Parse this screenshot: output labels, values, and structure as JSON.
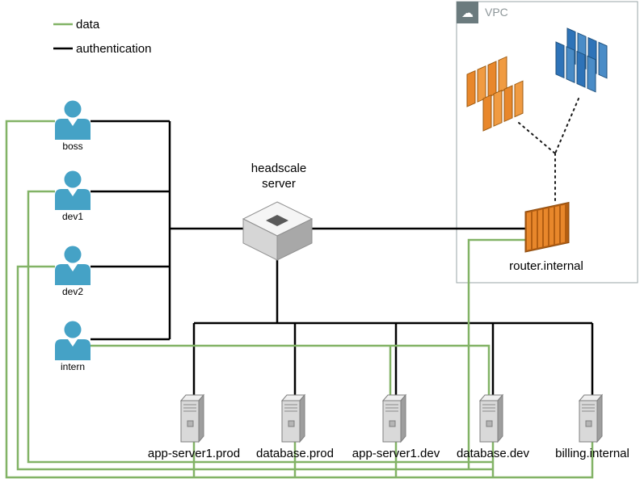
{
  "legend": {
    "items": [
      {
        "label": "data",
        "color": "#82b366"
      },
      {
        "label": "authentication",
        "color": "#000000"
      }
    ]
  },
  "users": [
    {
      "id": "boss",
      "label": "boss"
    },
    {
      "id": "dev1",
      "label": "dev1"
    },
    {
      "id": "dev2",
      "label": "dev2"
    },
    {
      "id": "intern",
      "label": "intern"
    }
  ],
  "headscale": {
    "line1": "headscale",
    "line2": "server"
  },
  "vpc": {
    "label": "VPC",
    "cloud_icon": "☁",
    "router": {
      "label": "router.internal"
    }
  },
  "servers": [
    {
      "label": "app-server1.prod"
    },
    {
      "label": "database.prod"
    },
    {
      "label": "app-server1.dev"
    },
    {
      "label": "database.dev"
    },
    {
      "label": "billing.internal"
    }
  ],
  "colors": {
    "data_line": "#82b366",
    "auth_line": "#000000",
    "user_icon": "#45a2c6",
    "orange_node": "#e8872b",
    "blue_node": "#2e73b8",
    "server_grey": "#d9d9d9",
    "vpc_border": "#9aa5a7",
    "vpc_header": "#6b7b7e"
  }
}
